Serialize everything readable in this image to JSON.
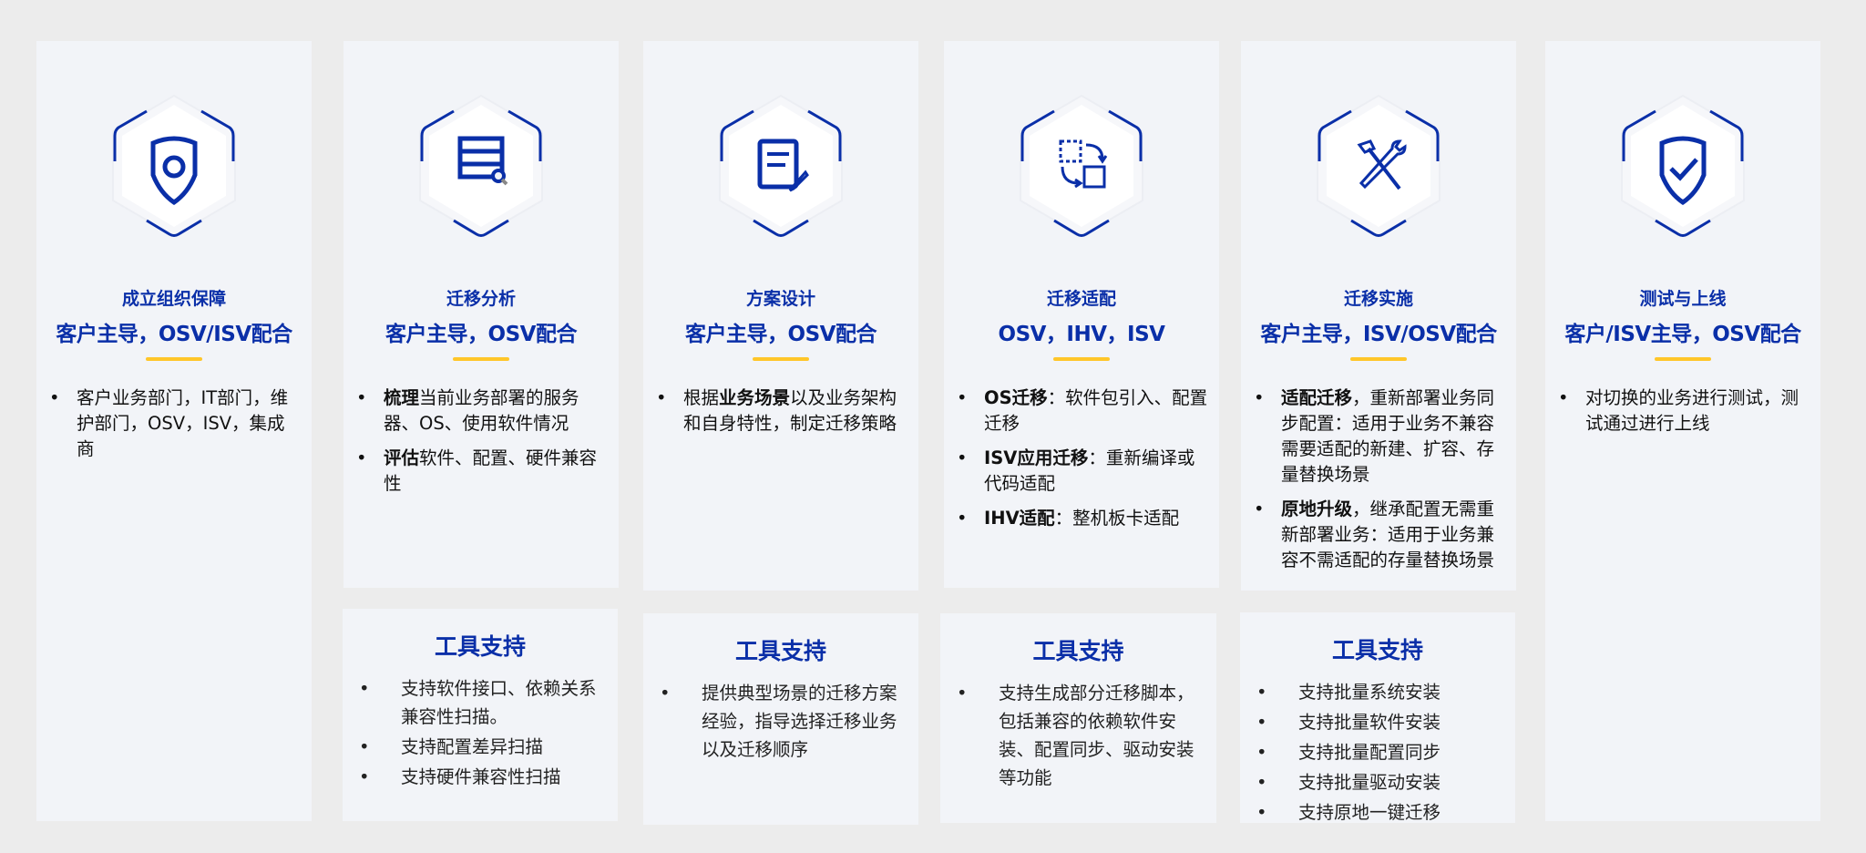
{
  "colors": {
    "accent": "#0a2fa8",
    "underline": "#ffc629",
    "card": "#f2f4f8",
    "background": "#ececec"
  },
  "stages": [
    {
      "icon": "shield-icon",
      "title": "成立组织保障",
      "subtitle": "客户主导，OSV/ISV配合",
      "items": [
        {
          "bold": "",
          "text": "客户业务部门，IT部门，维护部门，OSV，ISV，集成商"
        }
      ]
    },
    {
      "icon": "server-search-icon",
      "title": "迁移分析",
      "subtitle": "客户主导，OSV配合",
      "items": [
        {
          "bold": "梳理",
          "text": "当前业务部署的服务器、OS、使用软件情况"
        },
        {
          "bold": "评估",
          "text": "软件、配置、硬件兼容性"
        }
      ],
      "tools": {
        "title": "工具支持",
        "items": [
          "支持软件接口、依赖关系兼容性扫描。",
          "支持配置差异扫描",
          "支持硬件兼容性扫描"
        ]
      }
    },
    {
      "icon": "document-edit-icon",
      "title": "方案设计",
      "subtitle": "客户主导，OSV配合",
      "items": [
        {
          "bold": "",
          "text": "根据",
          "bold2": "业务场景",
          "text2": "以及业务架构和自身特性，制定迁移策略"
        }
      ],
      "tools": {
        "title": "工具支持",
        "items": [
          "提供典型场景的迁移方案经验，指导选择迁移业务以及迁移顺序"
        ]
      }
    },
    {
      "icon": "transform-icon",
      "title": "迁移适配",
      "subtitle": "OSV，IHV，ISV",
      "items": [
        {
          "bold": "OS迁移",
          "text": "：软件包引入、配置迁移"
        },
        {
          "bold": "ISV应用迁移",
          "text": "：重新编译或代码适配"
        },
        {
          "bold": "IHV适配",
          "text": "：整机板卡适配"
        }
      ],
      "tools": {
        "title": "工具支持",
        "items": [
          "支持生成部分迁移脚本，包括兼容的依赖软件安装、配置同步、驱动安装等功能"
        ]
      }
    },
    {
      "icon": "tools-icon",
      "title": "迁移实施",
      "subtitle": "客户主导，ISV/OSV配合",
      "items": [
        {
          "bold": "适配迁移",
          "text": "，重新部署业务同步配置：适用于业务不兼容需要适配的新建、扩容、存量替换场景"
        },
        {
          "bold": "原地升级",
          "text": "，继承配置无需重新部署业务：适用于业务兼容不需适配的存量替换场景"
        }
      ],
      "tools": {
        "title": "工具支持",
        "items": [
          "支持批量系统安装",
          "支持批量软件安装",
          "支持批量配置同步",
          "支持批量驱动安装",
          "支持原地一键迁移"
        ]
      }
    },
    {
      "icon": "shield-check-icon",
      "title": "测试与上线",
      "subtitle": "客户/ISV主导，OSV配合",
      "items": [
        {
          "bold": "",
          "text": "对切换的业务进行测试，测试通过进行上线"
        }
      ]
    }
  ]
}
